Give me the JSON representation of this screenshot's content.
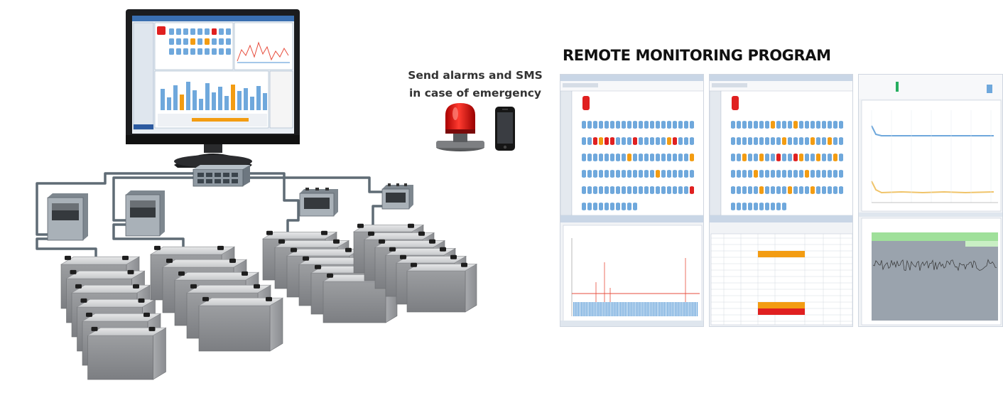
{
  "title": "REMOTE MONITORING PROGRAM",
  "alarm": {
    "line1": "Send alarms and SMS",
    "line2": "in case of emergency"
  },
  "icons": [
    "monitor-icon",
    "network-switch-icon",
    "controller-unit-icon",
    "battery-icon",
    "alarm-beacon-icon",
    "mobile-phone-icon"
  ],
  "colors": {
    "cell_blue": "#6fa8dc",
    "alarm_red": "#e02020",
    "warn_orange": "#f39c12",
    "ok_green": "#9fe09a",
    "battery_gray": "#8e9093",
    "cable": "#5f6b75"
  },
  "screens": [
    {
      "name": "cell-overview-with-bar-graph"
    },
    {
      "name": "cell-overview-with-alarm-table"
    },
    {
      "name": "trend-charts"
    }
  ]
}
